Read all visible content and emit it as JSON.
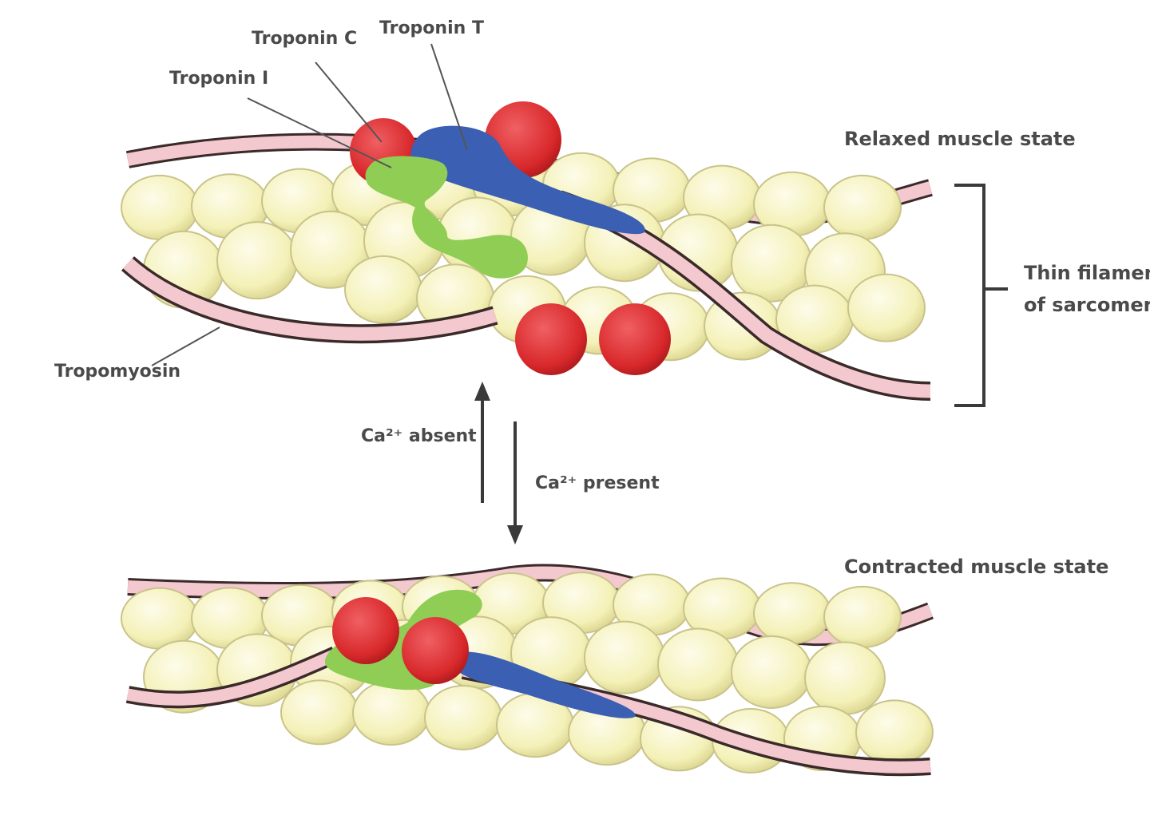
{
  "labels": {
    "troponin_c": "Troponin C",
    "troponin_t": "Troponin T",
    "troponin_i": "Troponin I",
    "tropomyosin": "Tropomyosin",
    "relaxed_state": "Relaxed muscle state",
    "thin_filament_line1": "Thin filament",
    "thin_filament_line2": "of sarcomere",
    "ca_absent": "Ca²⁺ absent",
    "ca_present": "Ca²⁺ present",
    "contracted_state": "Contracted muscle state"
  },
  "colors": {
    "actin_fill": "#f4f1b8",
    "actin_stroke": "#c9c38a",
    "tropomyosin_fill": "#f3c9cf",
    "tropomyosin_stroke": "#3b2a2a",
    "troponin_c": "#d8282b",
    "troponin_t": "#3b5fb3",
    "troponin_i": "#8fcd55",
    "text": "#4a4a4a"
  }
}
